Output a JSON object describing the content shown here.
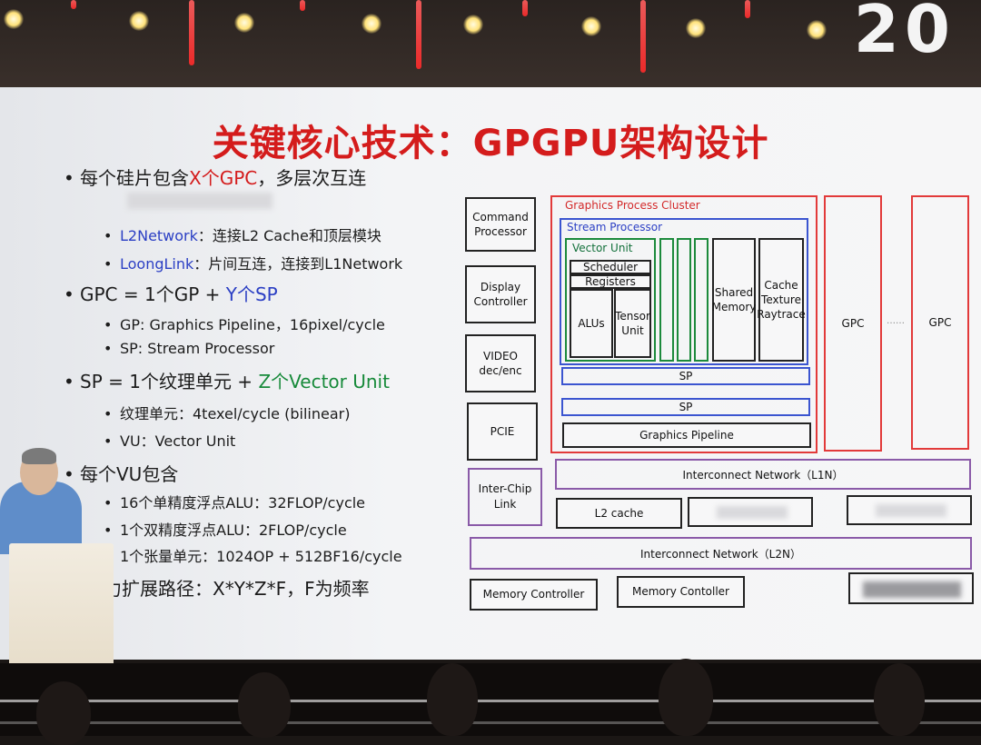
{
  "stage": {
    "banner_number": "20"
  },
  "slide": {
    "title": "关键核心技术：GPGPU架构设计",
    "bullets": [
      {
        "pre": "每个硅片包含",
        "hi": "X个GPC",
        "post": "，多层次互连",
        "color": "red"
      },
      {
        "pre": "GPC = 1个GP + ",
        "hi": "Y个SP",
        "post": "",
        "color": "blue"
      },
      {
        "pre": "SP = 1个纹理单元 + ",
        "hi": "Z个Vector Unit",
        "post": "",
        "color": "green"
      },
      {
        "pre": "每个VU包含",
        "hi": "",
        "post": "",
        "color": ""
      },
      {
        "pre": "力扩展路径：X*Y*Z*F，F为频率",
        "hi": "",
        "post": "",
        "color": ""
      }
    ],
    "subbullets": {
      "l2network": {
        "hi": "L2Network",
        "rest": "：连接L2 Cache和顶层模块"
      },
      "loonglink": {
        "hi": "LoongLink",
        "rest": "：片间互连，连接到L1Network"
      },
      "gp": "GP: Graphics Pipeline，16pixel/cycle",
      "sp": "SP: Stream Processor",
      "texture": "纹理单元：4texel/cycle (bilinear)",
      "vu": "VU：Vector Unit",
      "alu16": "16个单精度浮点ALU：32FLOP/cycle",
      "alu_dp": "1个双精度浮点ALU：2FLOP/cycle",
      "tensor": "1个张量单元：1024OP + 512BF16/cycle"
    }
  },
  "diagram": {
    "command_processor": "Command Processor",
    "display_controller": "Display Controller",
    "video": "VIDEO dec/enc",
    "pcie": "PCIE",
    "inter_chip": "Inter-Chip Link",
    "gpc_cluster": "Graphics Process Cluster",
    "stream_processor": "Stream Processor",
    "vector_unit": "Vector Unit",
    "scheduler": "Scheduler",
    "registers": "Registers",
    "alus": "ALUs",
    "tensor_unit": "Tensor Unit",
    "shared_memory": "Shared Memory",
    "cache_texture": "Cache Texture Raytrace",
    "sp_1": "SP",
    "sp_2": "SP",
    "graphics_pipeline": "Graphics Pipeline",
    "gpc_a": "GPC",
    "gpc_b": "GPC",
    "ellipsis": "……",
    "l1n": "Interconnect Network（L1N）",
    "l2_cache": "L2 cache",
    "l2n": "Interconnect Network（L2N）",
    "memory_controller_1": "Memory Controller",
    "memory_controller_2": "Memory Contoller"
  }
}
